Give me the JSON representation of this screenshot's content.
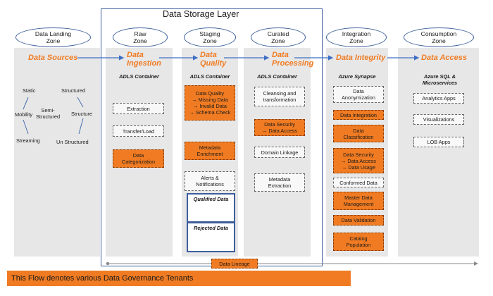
{
  "storage_layer": {
    "title": "Data Storage Layer"
  },
  "zones": {
    "landing": [
      "Data Landing",
      "Zone"
    ],
    "raw": [
      "Raw",
      "Zone"
    ],
    "staging": [
      "Staging",
      "Zone"
    ],
    "curated": [
      "Curated",
      "Zone"
    ],
    "integration": [
      "Integration",
      "Zone"
    ],
    "consumption": [
      "Consumption",
      "Zone"
    ]
  },
  "sources": {
    "header": "Data Sources",
    "static": "Static",
    "structured": "Structured",
    "mobility": "Mobility",
    "semi_structured": [
      "Semi-",
      "Structured"
    ],
    "structure": "Structure",
    "streaming": "Streaming",
    "un_structured": "Un Structured"
  },
  "ingestion": {
    "header": [
      "Data",
      "Ingestion"
    ],
    "container": "ADLS Container",
    "extraction": "Extraction",
    "transfer": "Transfer/Load",
    "categorization": [
      "Data",
      "Categorization"
    ]
  },
  "quality": {
    "header": [
      "Data",
      "Quality"
    ],
    "container": "ADLS Container",
    "dq": [
      "Data Quality",
      "→ Missing Data",
      "→ Invalid Data",
      "→ Schema Check"
    ],
    "metadata": [
      "Metadata",
      "Enrichment"
    ],
    "alerts": [
      "Alerts &",
      "Notifications"
    ],
    "qualified": "Qualified Data",
    "rejected": "Rejected Data"
  },
  "processing": {
    "header": [
      "Data",
      "Processing"
    ],
    "container": "ADLS Container",
    "cleansing": [
      "Cleansing and",
      "transformation"
    ],
    "security": [
      "Data Security",
      "→ Data Access"
    ],
    "domain": "Domain Linkage",
    "metadata": [
      "Metadata",
      "Extraction"
    ]
  },
  "integrity": {
    "header": "Data Integrity",
    "container": "Azure Synapse",
    "anonymization": [
      "Data",
      "Anonymization"
    ],
    "integration": "Data Integration",
    "classification": [
      "Data",
      "Classification"
    ],
    "security": [
      "Data Security",
      "→ Data Access",
      "→ Data Usage"
    ],
    "conformed": "Conformed Data",
    "master": [
      "Master Data",
      "Management"
    ],
    "validation": "Data Validation",
    "catalog": [
      "Catalog",
      "Population"
    ]
  },
  "access": {
    "header": "Data Access",
    "container": [
      "Azure SQL &",
      "Microservices"
    ],
    "analytics": "Analytics Apps",
    "visualizations": "Visualizations",
    "lob": "LOB Apps"
  },
  "lineage": "Data Lineage",
  "footer": "This Flow denotes various Data Governance Tenants",
  "colors": {
    "accent": "#f07b22",
    "frame": "#3e5d9c",
    "column": "#e7e7e7"
  }
}
